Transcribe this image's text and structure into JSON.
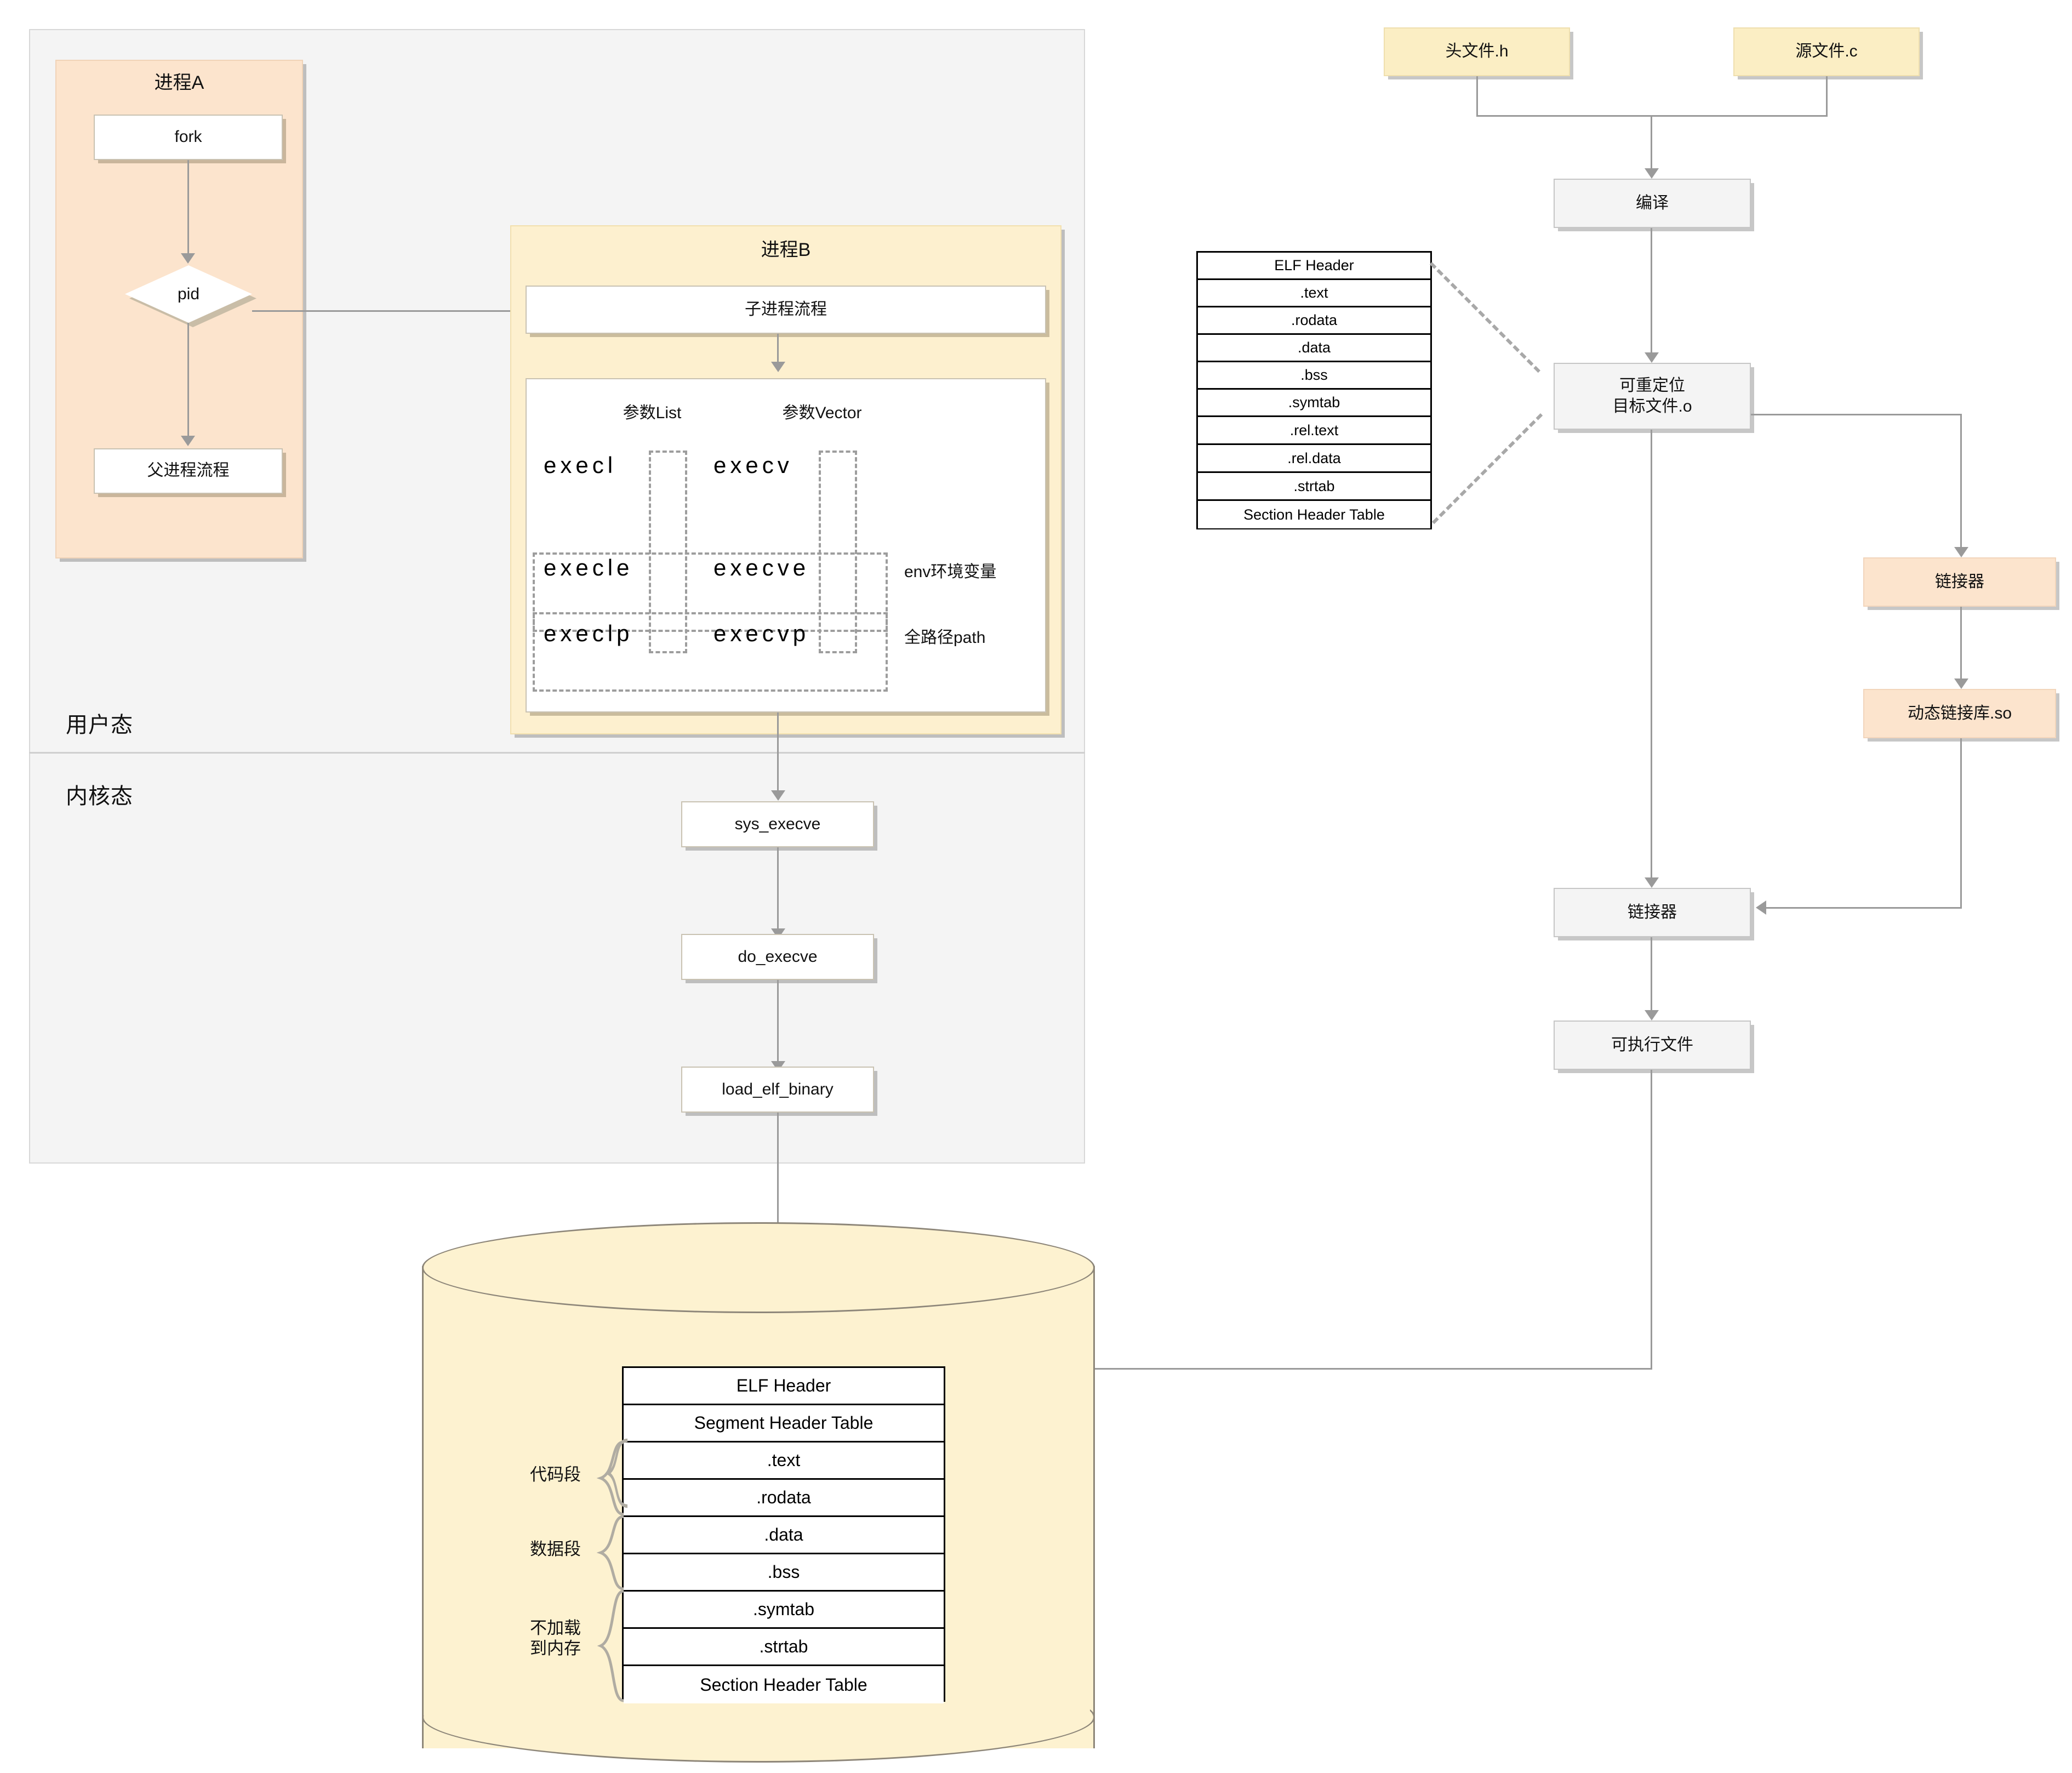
{
  "regions": {
    "user_mode": "用户态",
    "kernel_mode": "内核态"
  },
  "process_a": {
    "title": "进程A",
    "fork": "fork",
    "pid": "pid",
    "parent_flow": "父进程流程"
  },
  "process_b": {
    "title": "进程B",
    "child_flow": "子进程流程",
    "col_headers": [
      "参数List",
      "参数Vector"
    ],
    "rows": [
      {
        "list": "execl",
        "vector": "execv",
        "note": ""
      },
      {
        "list": "execle",
        "vector": "execve",
        "note": "env环境变量"
      },
      {
        "list": "execlp",
        "vector": "execvp",
        "note": "全路径path"
      }
    ]
  },
  "kernel_chain": [
    "sys_execve",
    "do_execve",
    "load_elf_binary"
  ],
  "compile_chain": {
    "header_file": "头文件.h",
    "source_file": "源文件.c",
    "compile": "编译",
    "relocatable_object": "可重定位\n目标文件.o",
    "relocatable_object_line1": "可重定位",
    "relocatable_object_line2": "目标文件.o",
    "linker_dynamic": "链接器",
    "shared_object": "动态链接库.so",
    "linker_final": "链接器",
    "executable": "可执行文件"
  },
  "object_file_sections": [
    "ELF Header",
    ".text",
    ".rodata",
    ".data",
    ".bss",
    ".symtab",
    ".rel.text",
    ".rel.data",
    ".strtab",
    "Section Header Table"
  ],
  "memory_image": {
    "sections": [
      "ELF Header",
      "Segment Header Table",
      ".text",
      ".rodata",
      ".data",
      ".bss",
      ".symtab",
      ".strtab",
      "Section Header Table"
    ],
    "groups": [
      {
        "label": "代码段",
        "lines": [
          "代码段"
        ]
      },
      {
        "label": "数据段",
        "lines": [
          "数据段"
        ]
      },
      {
        "label": "不加载到内存",
        "lines": [
          "不加载",
          "到内存"
        ]
      }
    ]
  },
  "colors": {
    "process_a_fill": "#fce4cd",
    "process_b_fill": "#fdf0cf",
    "region_fill": "#f4f4f4",
    "gray_box_fill": "#f4f4f4",
    "yellow_box_fill": "#fbeec4",
    "peach_box_fill": "#fce4cd",
    "cylinder_fill": "#fdf2d0",
    "edge": "#9a9a9a"
  }
}
